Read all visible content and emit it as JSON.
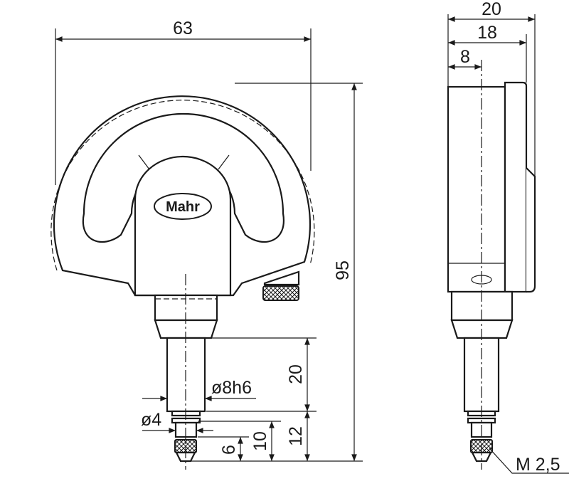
{
  "title": "Mahr dial comparator dimension drawing",
  "brand": "Mahr",
  "front_view": {
    "width": "63",
    "height": "95",
    "stem_length": "20",
    "stem_diameter": "ø8h6",
    "tip_diameter": "ø4",
    "dim_12": "12",
    "dim_10": "10",
    "dim_6": "6"
  },
  "side_view": {
    "depth_total": "20",
    "depth_body": "18",
    "axis_offset": "8",
    "thread": "M 2,5"
  }
}
